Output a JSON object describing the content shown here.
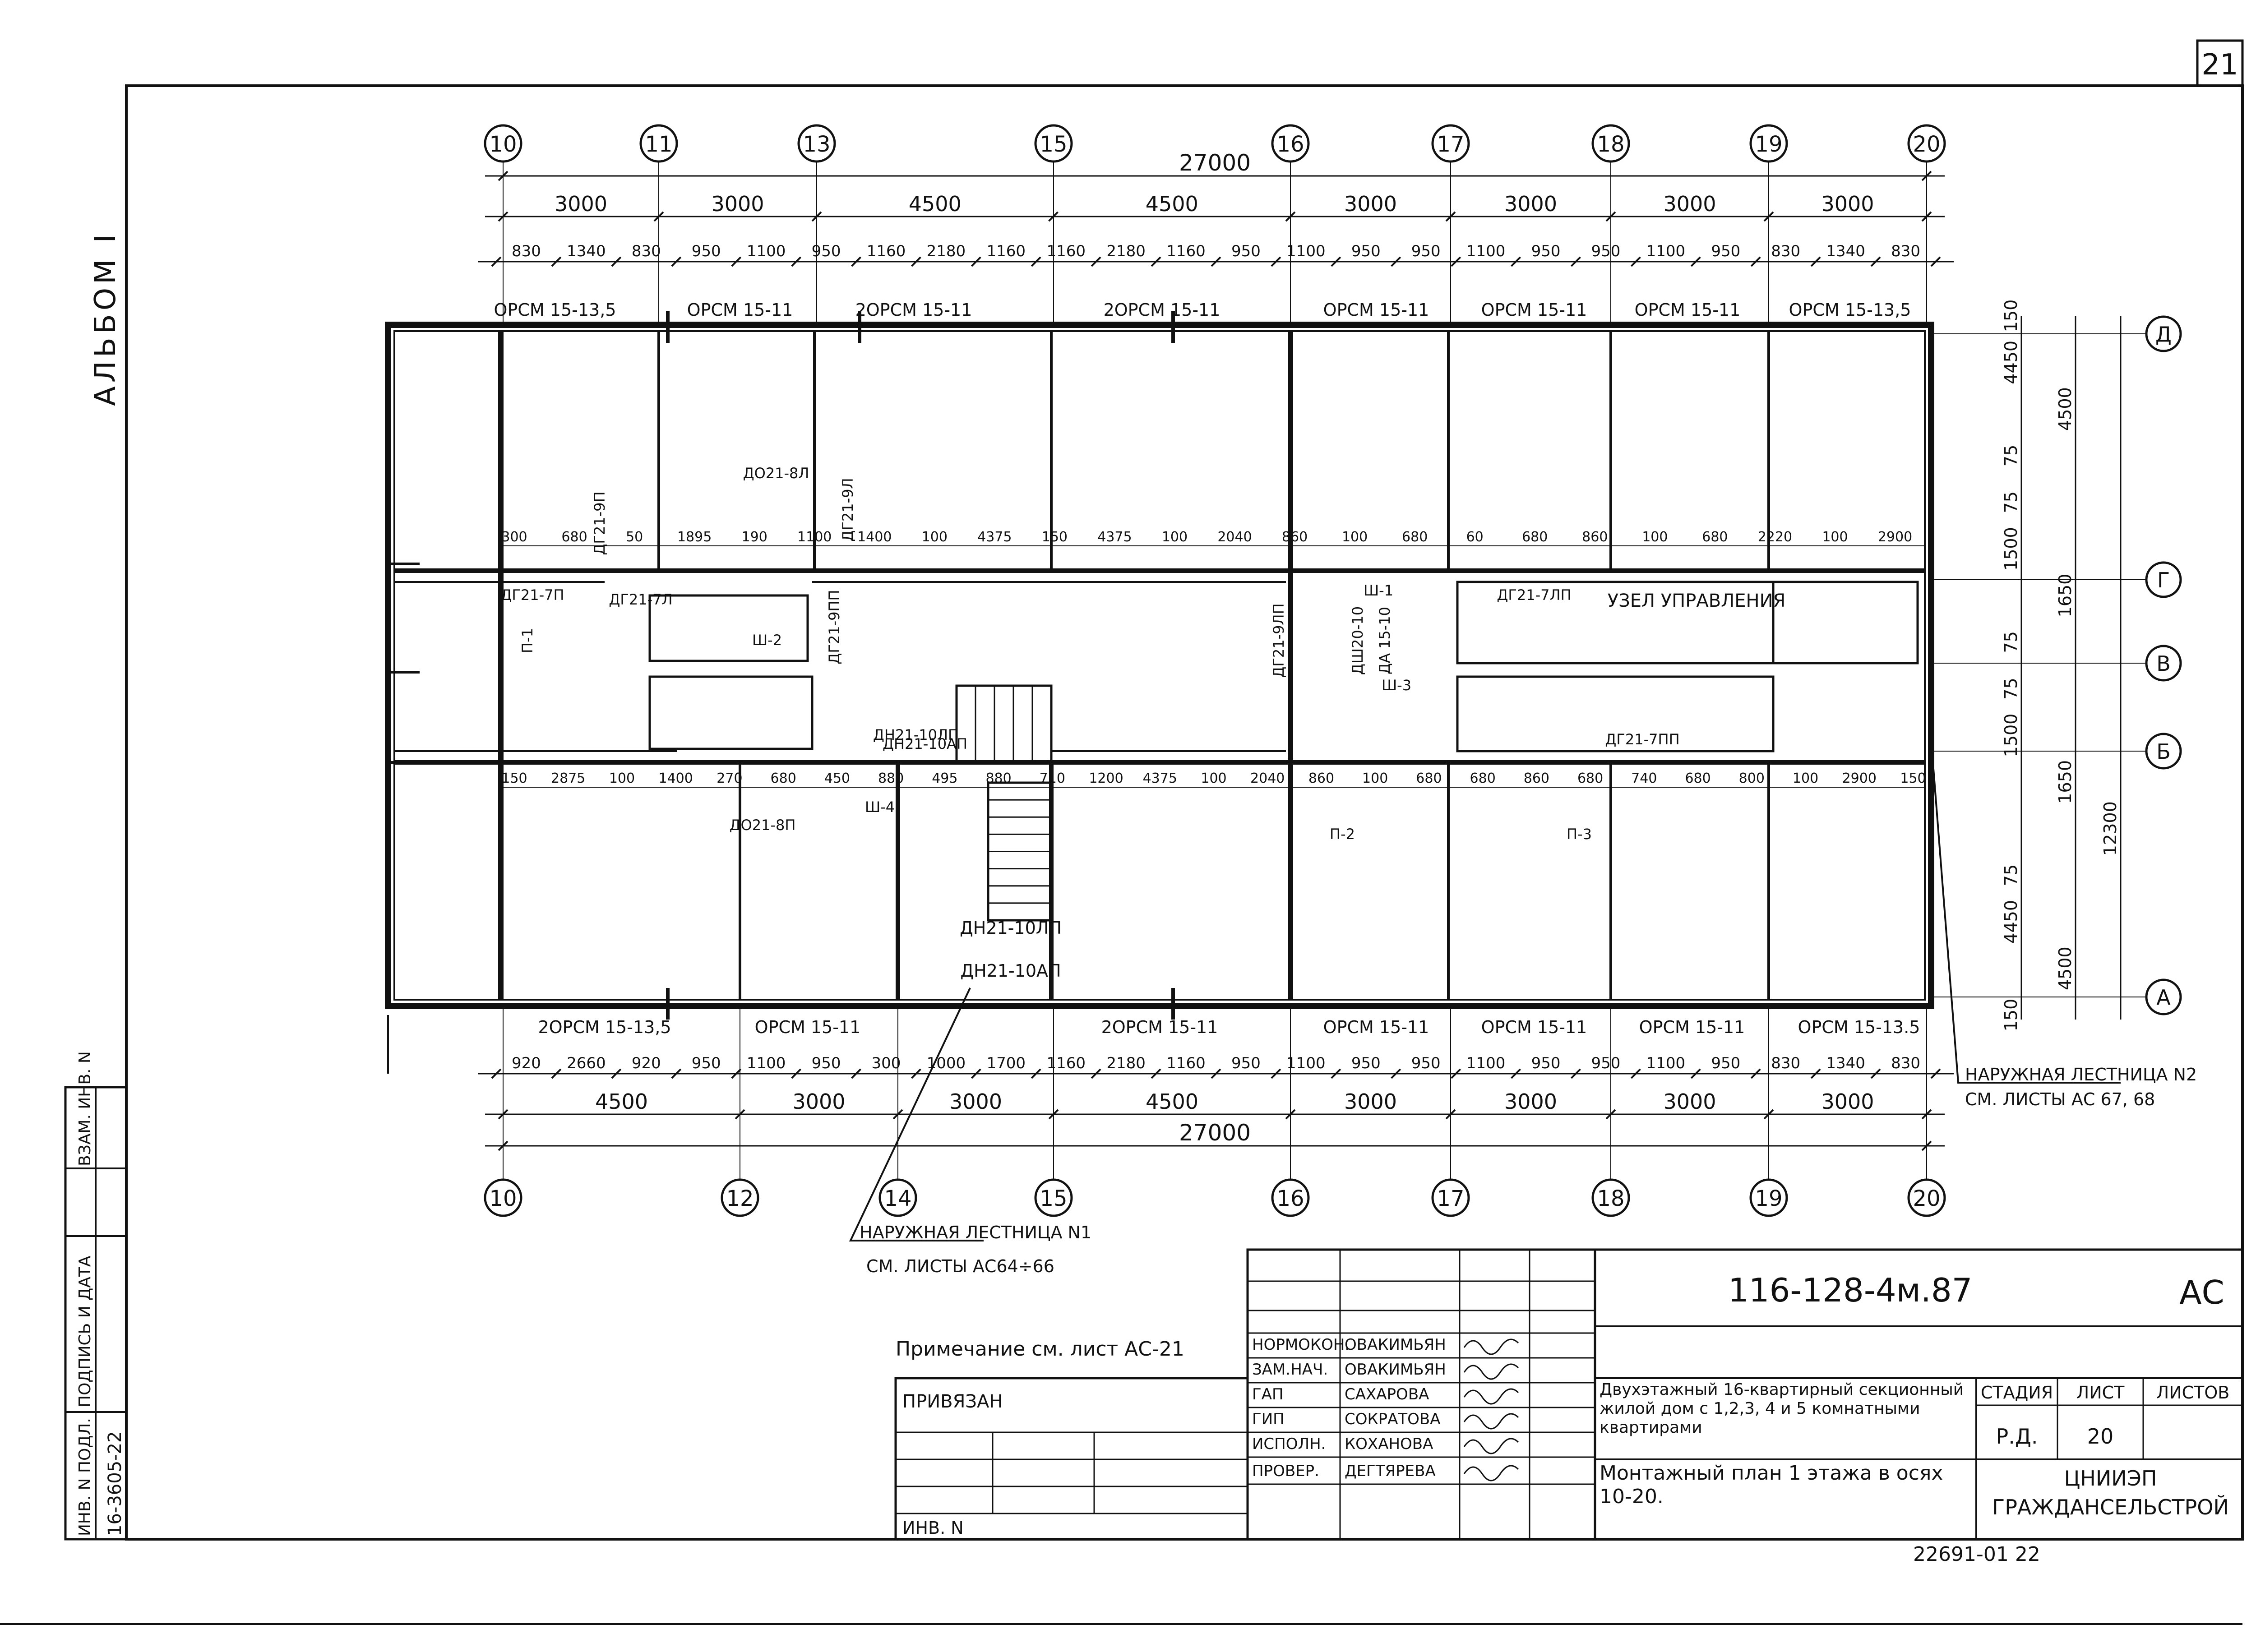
{
  "sheet_corner_number": "21",
  "album_label": "АЛЬБОМ I",
  "axes_top": [
    "10",
    "11",
    "13",
    "15",
    "16",
    "17",
    "18",
    "19",
    "20"
  ],
  "axes_bottom": [
    "10",
    "12",
    "14",
    "15",
    "16",
    "17",
    "18",
    "19",
    "20"
  ],
  "axes_right": [
    "Д",
    "Г",
    "В",
    "Б",
    "А"
  ],
  "top_dims": {
    "overall": "27000",
    "spans": [
      "3000",
      "3000",
      "4500",
      "4500",
      "3000",
      "3000",
      "3000",
      "3000"
    ],
    "detail": [
      "830",
      "1340",
      "830",
      "950",
      "1100",
      "950",
      "1160",
      "2180",
      "1160",
      "1160",
      "2180",
      "1160",
      "950",
      "1100",
      "950",
      "950",
      "1100",
      "950",
      "950",
      "1100",
      "950",
      "830",
      "1340",
      "830"
    ]
  },
  "bottom_dims": {
    "overall": "27000",
    "spans": [
      "4500",
      "3000",
      "3000",
      "4500",
      "3000",
      "3000",
      "3000",
      "3000"
    ],
    "detail": [
      "920",
      "2660",
      "920",
      "950",
      "1100",
      "950",
      "300",
      "1000",
      "1700",
      "1160",
      "2180",
      "1160",
      "950",
      "1100",
      "950",
      "950",
      "1100",
      "950",
      "950",
      "1100",
      "950",
      "830",
      "1340",
      "830"
    ]
  },
  "right_dims": [
    "150",
    "4450",
    "4500",
    "75",
    "75",
    "1500",
    "1650",
    "75",
    "75",
    "1500",
    "1650",
    "12300",
    "75",
    "4450",
    "4500",
    "150"
  ],
  "panels_top": [
    "ОРСМ 15-13,5",
    "ОРСМ 15-11",
    "2ОРСМ 15-11",
    "2ОРСМ 15-11",
    "ОРСМ 15-11",
    "ОРСМ 15-11",
    "ОРСМ 15-11",
    "ОРСМ 15-13,5"
  ],
  "panels_bottom": [
    "2ОРСМ 15-13,5",
    "ОРСМ 15-11",
    "2ОРСМ 15-11",
    "ОРСМ 15-11",
    "ОРСМ 15-11",
    "ОРСМ 15-11",
    "ОРСМ 15-13.5"
  ],
  "corridor_dims_upper": [
    "300",
    "680",
    "50",
    "1895",
    "190",
    "1100",
    "1400",
    "100",
    "4375",
    "150",
    "4375",
    "100",
    "2040",
    "860",
    "100",
    "680",
    "60",
    "680",
    "860",
    "100",
    "680",
    "2220",
    "100",
    "2900"
  ],
  "corridor_dims_lower": [
    "150",
    "2875",
    "100",
    "1400",
    "270",
    "680",
    "450",
    "880",
    "495",
    "880",
    "710",
    "1200",
    "4375",
    "100",
    "2040",
    "860",
    "100",
    "680",
    "680",
    "860",
    "680",
    "740",
    "680",
    "800",
    "100",
    "2900",
    "150"
  ],
  "partition_labels": [
    "ДГ21-9П",
    "ДГ21-9Л",
    "ДО21-8Л",
    "ДО21-8П",
    "ДГ21-7П",
    "ДГ21-7Л",
    "ДГ21-7ЛП",
    "ДГ21-7ПП",
    "ДГ21-9ПП",
    "ДГ21-9ЛП",
    "ДН21-10АП",
    "ДН21-10ЛП",
    "П-1",
    "П-2",
    "П-3",
    "Ш-1",
    "Ш-2",
    "Ш-3",
    "Ш-4",
    "ДШ20-10",
    "ДА 15-10"
  ],
  "room_label": "УЗЕЛ УПРАВЛЕНИЯ",
  "stair_labels": [
    "ДН21-10ЛП",
    "ДН21-10АП"
  ],
  "leader_notes": {
    "stair1_title": "НАРУЖНАЯ ЛЕСТНИЦА N1",
    "stair1_ref": "СМ. ЛИСТЫ АС64÷66",
    "stair2_title": "НАРУЖНАЯ ЛЕСТНИЦА N2",
    "stair2_ref": "СМ. ЛИСТЫ АС 67, 68"
  },
  "note": "Примечание см. лист АС-21",
  "tied_label": "ПРИВЯЗАН",
  "inv_label": "ИНВ. N",
  "side_stamp": {
    "inv_podl": "ИНВ. N ПОДЛ.",
    "signature_date": "ПОДПИСЬ И ДАТА",
    "replace_inv": "ВЗАМ. ИНВ. N",
    "inv_number": "16-3605-22"
  },
  "title_block": {
    "code": "116-128-4м.87",
    "section": "АС",
    "project_title": "Двухэтажный 16-квартирный секционный жилой дом с 1,2,3, 4 и 5 комнатными квартирами",
    "sheet_title": "Монтажный план 1 этажа в осях 10-20.",
    "stage_header": "СТАДИЯ",
    "sheet_header": "ЛИСТ",
    "sheets_header": "ЛИСТОВ",
    "stage": "Р.Д.",
    "sheet_no": "20",
    "organization": "ЦНИИЭП ГРАЖДАНСЕЛЬСТРОЙ",
    "roles": [
      "НОРМОКОН.",
      "ЗАМ.НАЧ.",
      "ГАП",
      "ГИП",
      "ИСПОЛН.",
      "ПРОВЕР."
    ],
    "names": [
      "ОВАКИМЬЯН",
      "ОВАКИМЬЯН",
      "САХАРОВА",
      "СОКРАТОВА",
      "КОХАНОВА",
      "ДЕГТЯРЕВА"
    ]
  },
  "footer_number": "22691-01 22"
}
